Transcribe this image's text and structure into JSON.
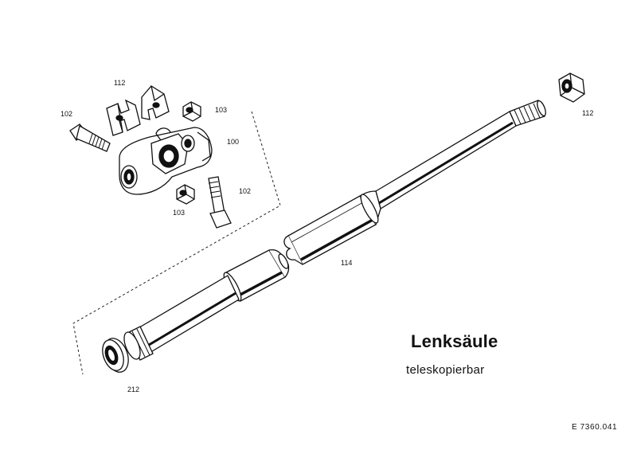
{
  "title": "Lenksäule",
  "subtitle": "teleskopierbar",
  "drawing_code": "E 7360.041",
  "part_labels": {
    "label_112_top": "112",
    "label_102_left": "102",
    "label_103_top": "103",
    "label_100": "100",
    "label_102_right": "102",
    "label_103_bottom": "103",
    "label_112_right": "112",
    "label_114": "114",
    "label_212": "212"
  },
  "colors": {
    "ink": "#111111",
    "background": "#ffffff"
  }
}
